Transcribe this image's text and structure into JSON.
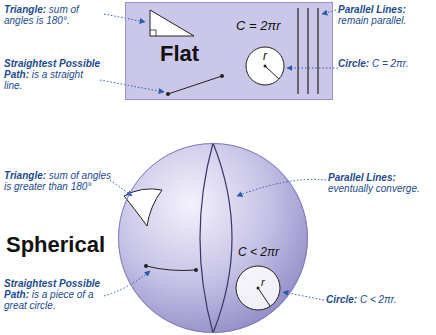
{
  "diagram": {
    "nodes": [
      {
        "text": [
          "Flat",
          "C = 2πr",
          "r"
        ]
      },
      {
        "text": [
          "Spherical",
          "C < 2πr",
          "r"
        ]
      }
    ],
    "labels": [
      "Triangle: sum of angles is 180°.",
      "Parallel Lines: remain parallel.",
      "Straightest Possible Path: is a straight line.",
      "Circle: C = 2πr.",
      "Triangle: sum of angles is greater than 180°",
      "Parallel Lines: eventually converge.",
      "Straightest Possible Path: is a piece of a great circle.",
      "Circle: C < 2πr."
    ]
  }
}
